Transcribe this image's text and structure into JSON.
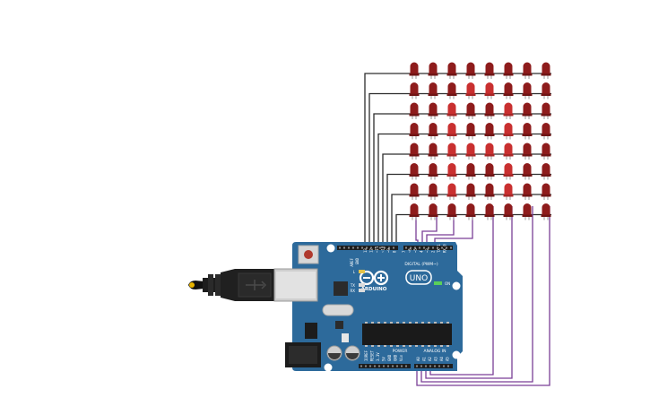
{
  "led_matrix": {
    "rows": 8,
    "cols": 8,
    "led_color_off": "#8e1c1c",
    "led_color_lit": "#c93030",
    "lit": [
      [
        0,
        0,
        0,
        0,
        0,
        0,
        0,
        0
      ],
      [
        0,
        0,
        0,
        1,
        1,
        0,
        0,
        0
      ],
      [
        0,
        0,
        1,
        0,
        0,
        1,
        0,
        0
      ],
      [
        0,
        0,
        1,
        0,
        0,
        1,
        0,
        0
      ],
      [
        0,
        0,
        1,
        1,
        1,
        1,
        0,
        0
      ],
      [
        0,
        0,
        1,
        0,
        0,
        1,
        0,
        0
      ],
      [
        0,
        0,
        1,
        0,
        0,
        1,
        0,
        0
      ],
      [
        0,
        0,
        0,
        0,
        0,
        0,
        0,
        0
      ]
    ]
  },
  "wires": {
    "row_wire_color": "#2d2d2d",
    "col_wire_color": "#7a3f96"
  },
  "board": {
    "color": "#2d6a9b",
    "brand": "ARDUINO",
    "model": "UNO",
    "digital_label": "DIGITAL (PWM~)",
    "power_label": "POWER",
    "analog_label": "ANALOG IN",
    "aref_label": "AREF",
    "gnd_label": "GND",
    "digital_pins": [
      "13",
      "12",
      "~11",
      "~10",
      "~9",
      "8",
      "7",
      "~6",
      "~5",
      "4",
      "~3",
      "2",
      "TX 1",
      "RX 0"
    ],
    "power_pins": [
      "IOREF",
      "RESET",
      "3.3V",
      "5V",
      "GND",
      "GND",
      "Vin"
    ],
    "analog_pins": [
      "A0",
      "A1",
      "A2",
      "A3",
      "A4",
      "A5"
    ],
    "led_l": "L",
    "led_tx": "TX",
    "led_rx": "RX",
    "on_label": "ON"
  },
  "usb_cable": {
    "color": "#222222"
  }
}
